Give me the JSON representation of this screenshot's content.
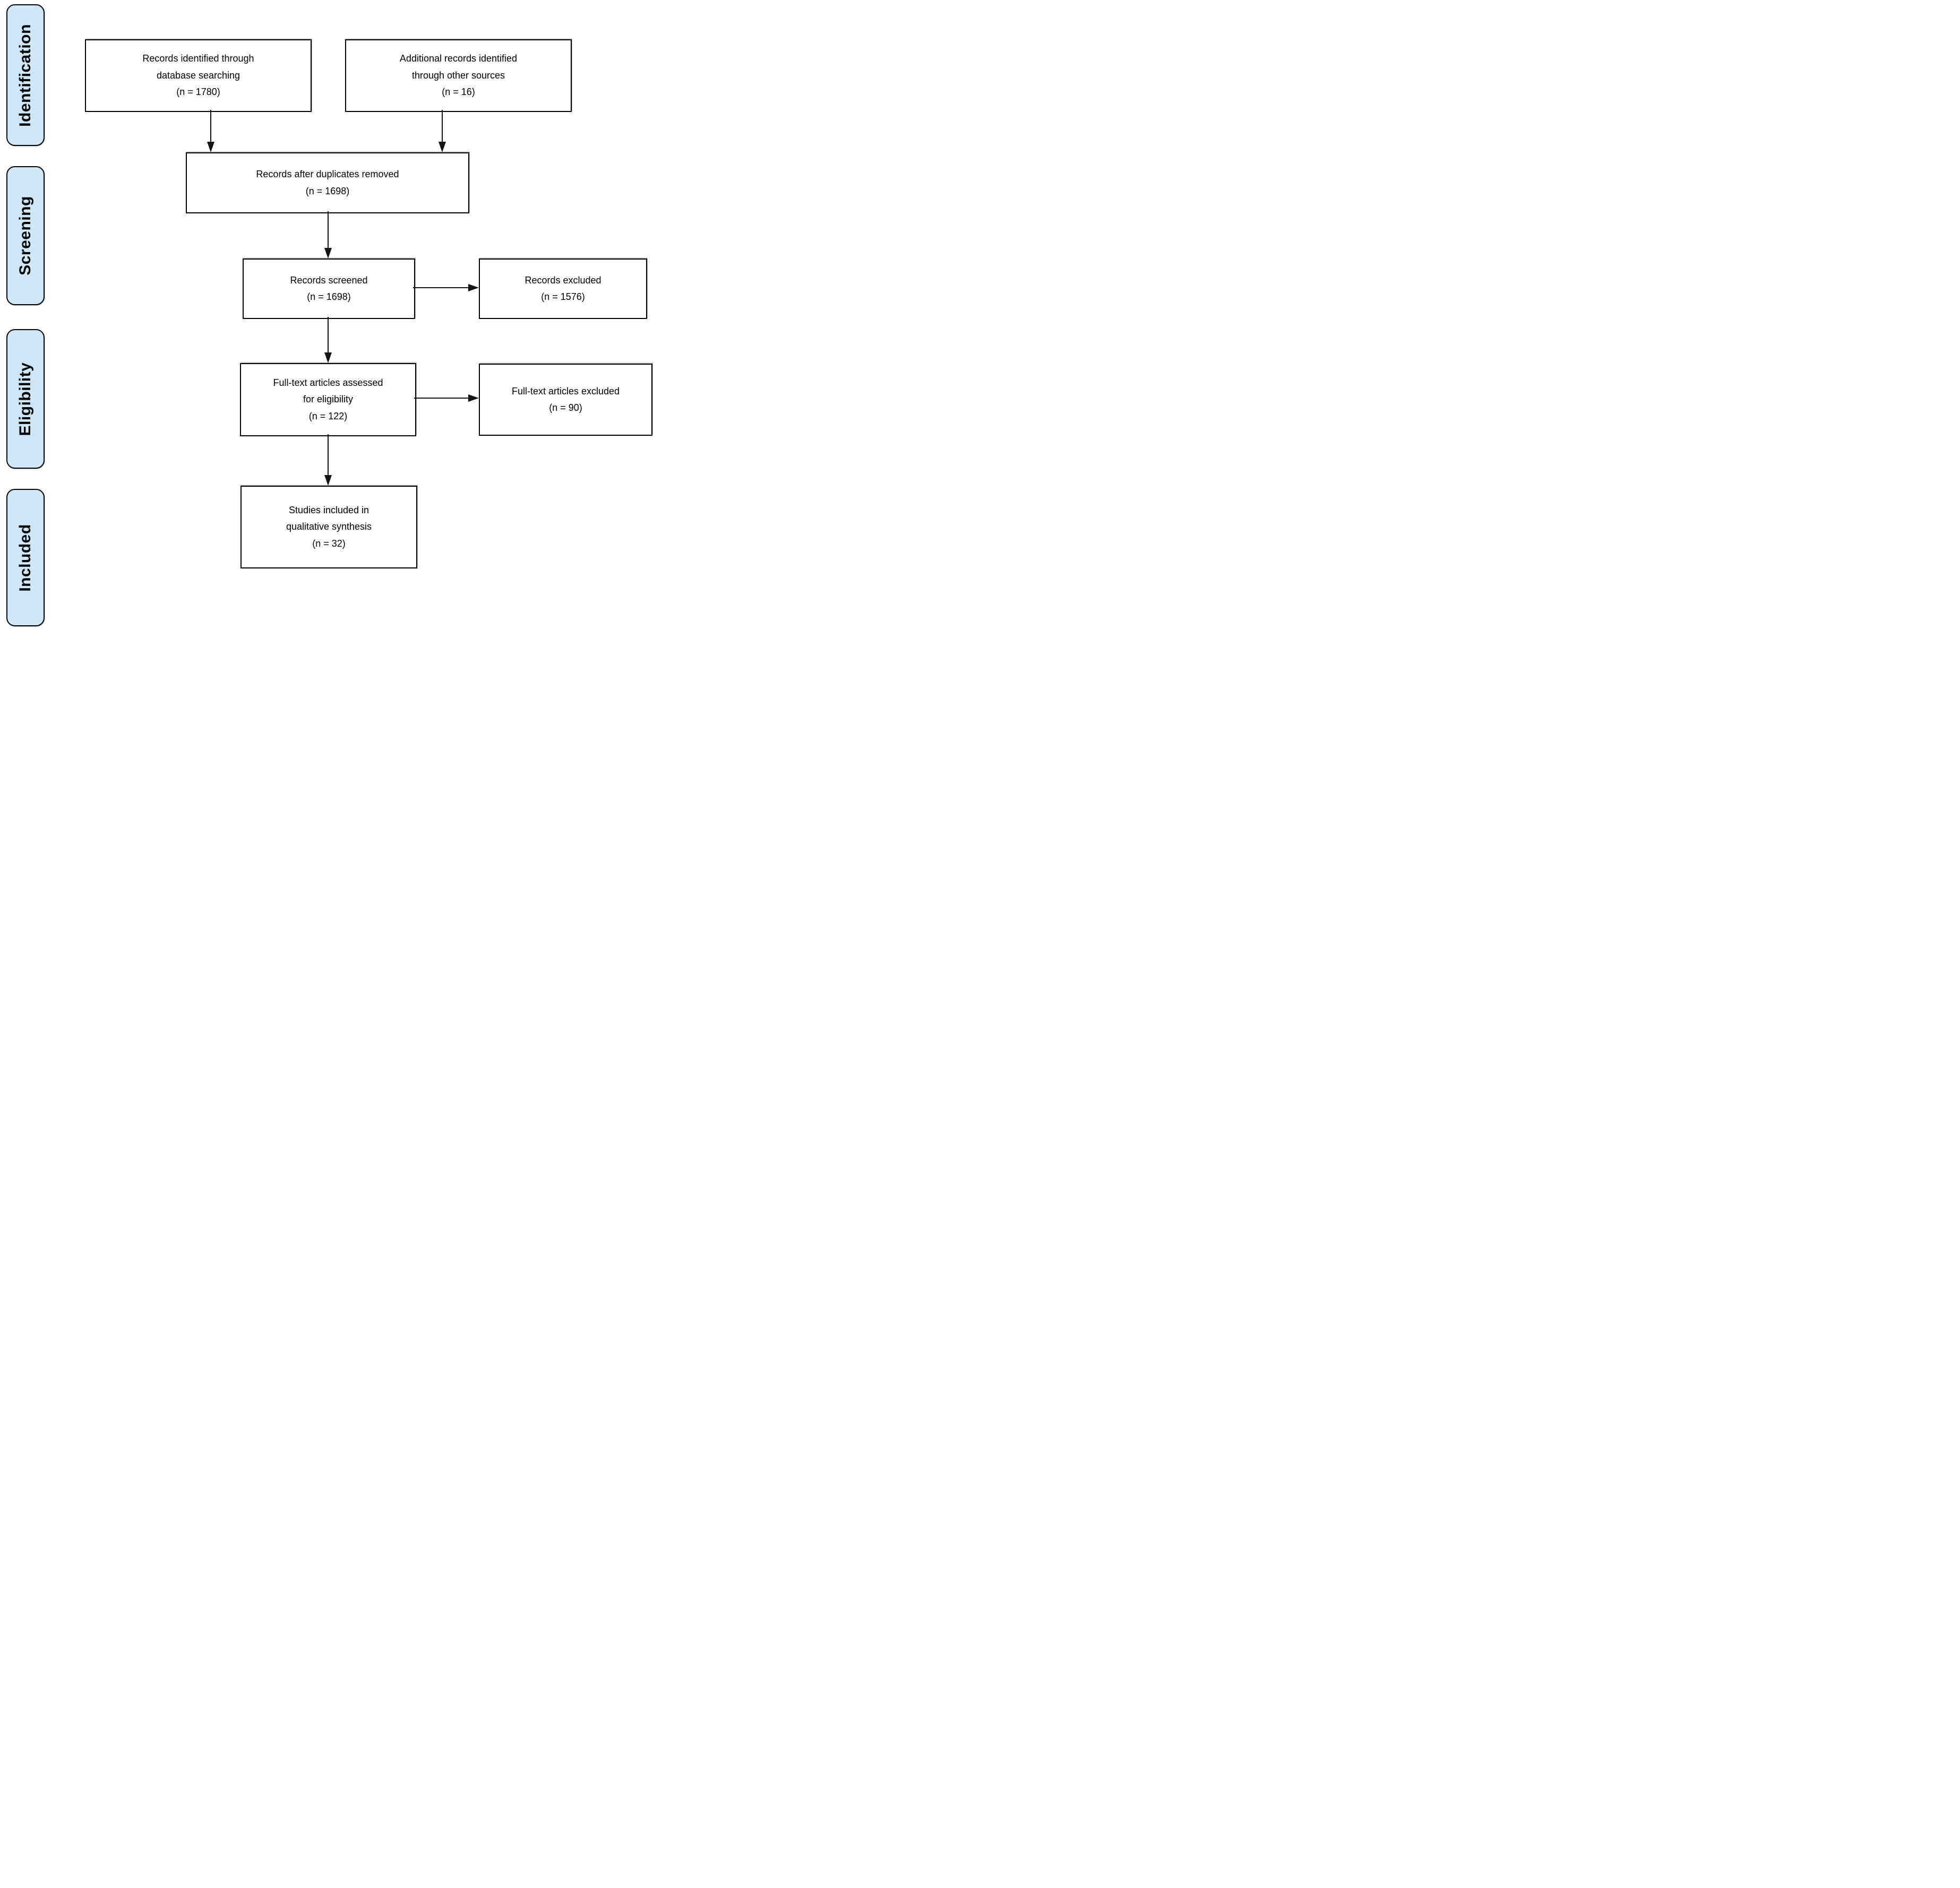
{
  "colors": {
    "stage_fill": "#cfe7f8",
    "box_fill": "#ffffff",
    "border": "#000000",
    "text": "#000000",
    "page_bg": "#ffffff"
  },
  "stages": [
    {
      "label": "Identification"
    },
    {
      "label": "Screening"
    },
    {
      "label": "Eligibility"
    },
    {
      "label": "Included"
    }
  ],
  "flow": {
    "boxes": [
      {
        "name": "records-identified",
        "lines": [
          "Records identified through",
          "database searching",
          "(n = 1780)"
        ]
      },
      {
        "name": "additional-records",
        "lines": [
          "Additional records identified",
          "through other sources",
          "(n = 16)"
        ]
      },
      {
        "name": "after-duplicates",
        "lines": [
          "Records after duplicates removed",
          "(n = 1698)"
        ]
      },
      {
        "name": "records-screened",
        "lines": [
          "Records screened",
          "(n = 1698)"
        ]
      },
      {
        "name": "records-excluded",
        "lines": [
          "Records excluded",
          "(n = 1576)"
        ]
      },
      {
        "name": "fulltext-assessed",
        "lines": [
          "Full-text articles assessed",
          "for eligibility",
          "(n = 122)"
        ]
      },
      {
        "name": "fulltext-excluded",
        "lines": [
          "Full-text articles excluded",
          "(n = 90)"
        ]
      },
      {
        "name": "studies-included",
        "lines": [
          "Studies included in",
          "qualitative synthesis",
          "(n = 32)"
        ]
      }
    ]
  }
}
